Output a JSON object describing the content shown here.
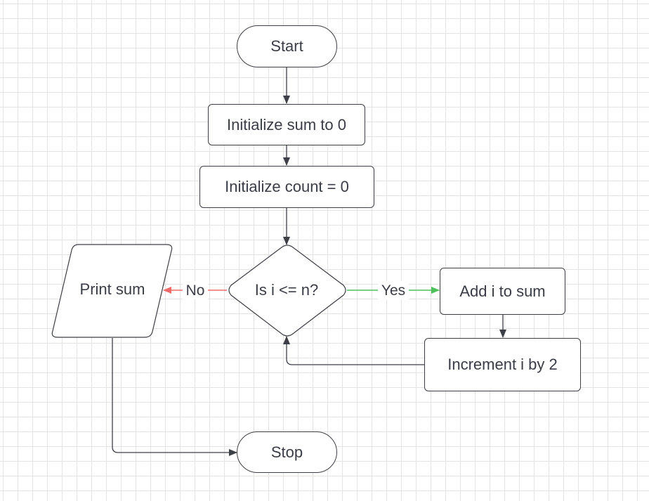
{
  "flowchart": {
    "start_label": "Start",
    "init_sum_label": "Initialize sum to 0",
    "init_count_label": "Initialize count = 0",
    "decision_label": "Is i <= n?",
    "add_label": "Add i to sum",
    "increment_label": "Increment i by 2",
    "print_label": "Print sum",
    "stop_label": "Stop",
    "yes_label": "Yes",
    "no_label": "No"
  },
  "colors": {
    "line": "#3d3f46",
    "yes": "#4cc05a",
    "no": "#f06a6a",
    "grid": "#e3e3e3",
    "text": "#3a3d45"
  }
}
